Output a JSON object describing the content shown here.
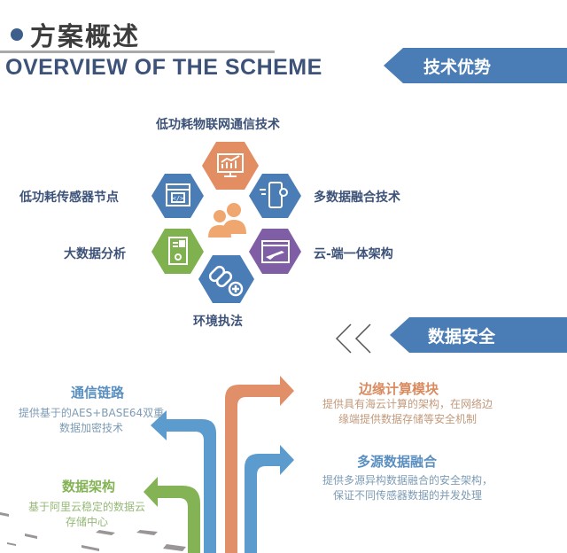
{
  "header": {
    "title_cn": "方案概述",
    "title_en": "OVERVIEW OF THE SCHEME"
  },
  "advantages": {
    "banner": "技术优势",
    "items": [
      {
        "label": "低功耗物联网通信技术",
        "icon": "chart-monitor-icon",
        "color": "#e38d62"
      },
      {
        "label": "低功耗传感器节点",
        "icon": "code-window-icon",
        "color": "#4a7db5"
      },
      {
        "label": "多数据融合技术",
        "icon": "phone-gear-icon",
        "color": "#4a7db5"
      },
      {
        "label": "大数据分析",
        "icon": "document-gear-icon",
        "color": "#7fb24f"
      },
      {
        "label": "云-端一体架构",
        "icon": "airplane-window-icon",
        "color": "#7f5ea6"
      },
      {
        "label": "环境执法",
        "icon": "link-plus-icon",
        "color": "#4a7db5"
      }
    ],
    "center_icon": "users-icon",
    "center_color": "#f0a66f"
  },
  "security": {
    "banner": "数据安全",
    "items": [
      {
        "title": "通信链路",
        "desc": [
          "提供基于的AES+BASE64双重",
          "数据加密技术"
        ],
        "color": "#5b9bcd"
      },
      {
        "title": "数据架构",
        "desc": [
          "基于阿里云稳定的数据云",
          "存储中心"
        ],
        "color": "#84b356"
      },
      {
        "title": "边缘计算模块",
        "desc": [
          "提供具有海云计算的架构，在网络边",
          "缘端提供数据存储等安全机制"
        ],
        "color": "#e08f68"
      },
      {
        "title": "多源数据融合",
        "desc": [
          "提供多源异构数据融合的安全架构，",
          "保证不同传感器数据的并发处理"
        ],
        "color": "#5b9bcd"
      }
    ]
  }
}
